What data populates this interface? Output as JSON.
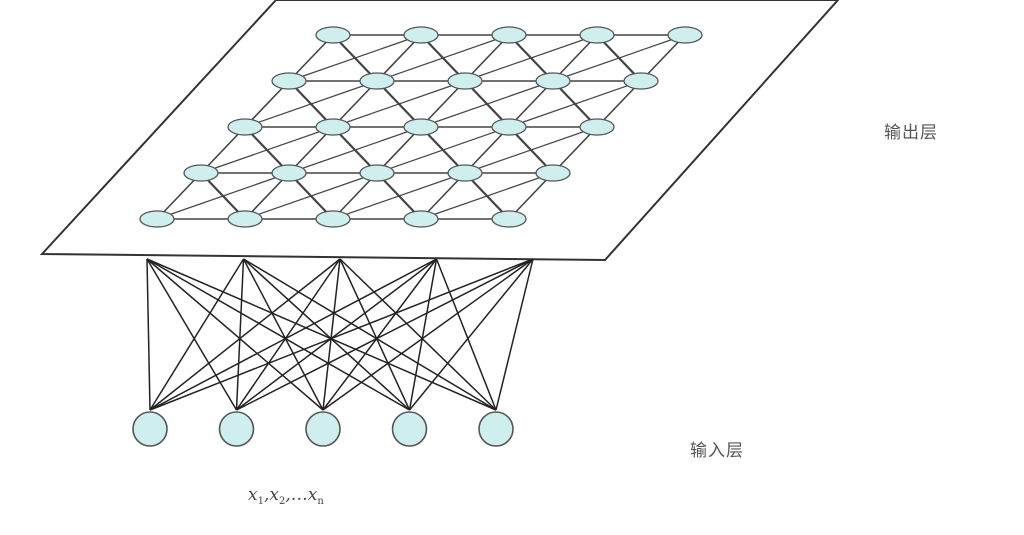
{
  "labels": {
    "output_layer": "输出层",
    "input_layer": "输入层"
  },
  "input_variables": {
    "parts": [
      {
        "base": "x",
        "sub": "1"
      },
      {
        "sep": ","
      },
      {
        "base": "x",
        "sub": "2"
      },
      {
        "sep": ",…"
      },
      {
        "base": "x",
        "sub": "n"
      }
    ]
  },
  "network": {
    "input_node_count": 5,
    "output_grid_rows": 5,
    "output_grid_cols": 5,
    "connection_points": 5
  },
  "colors": {
    "node_fill": "#cfeeee",
    "node_stroke": "#555555",
    "line": "#222222",
    "grid_line": "#444444",
    "plane": "#333333"
  }
}
